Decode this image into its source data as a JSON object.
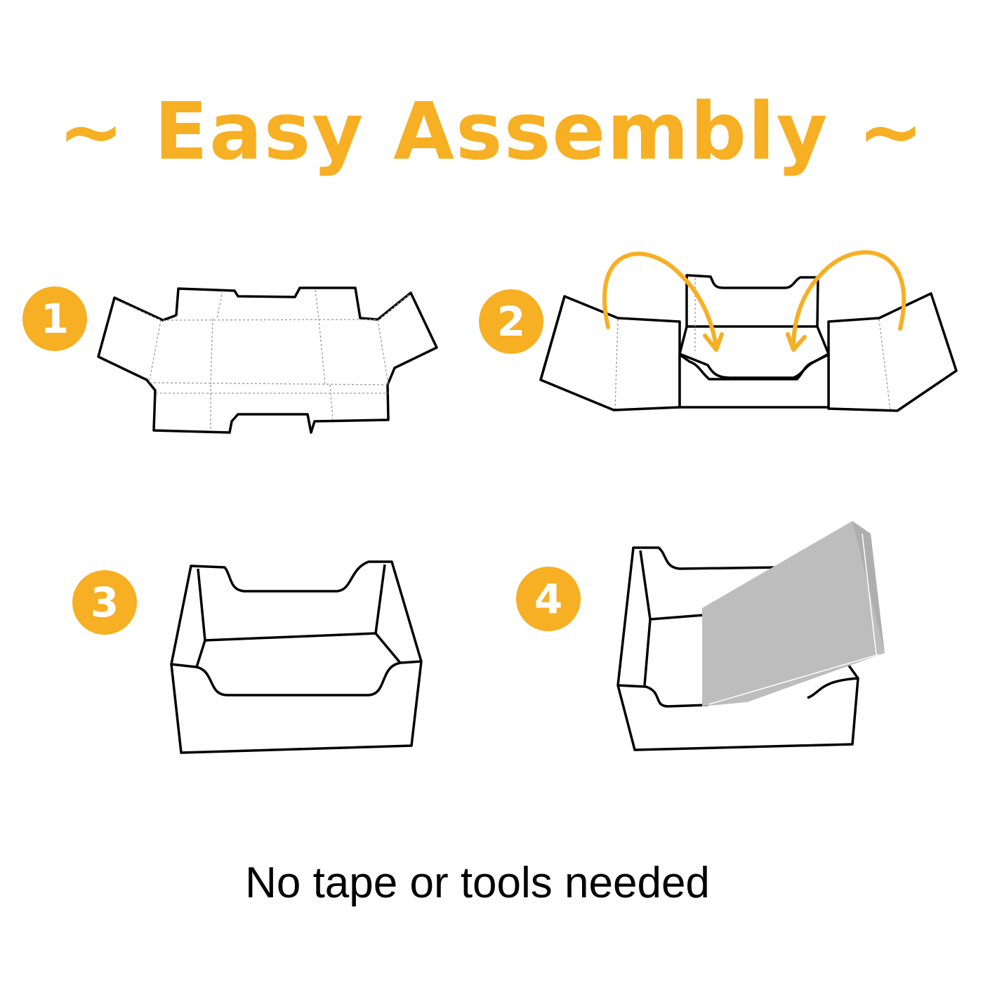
{
  "title": "~ Easy Assembly ~",
  "steps": [
    {
      "number": "1"
    },
    {
      "number": "2"
    },
    {
      "number": "3"
    },
    {
      "number": "4"
    }
  ],
  "caption": "No tape or tools needed",
  "colors": {
    "accent": "#F7AF23",
    "outline": "#000000",
    "fold_line": "#8a8a8a",
    "insert": "#BDBDBD"
  },
  "icons": [
    "flat-box-template",
    "fold-arrow",
    "open-tray-box",
    "box-insert"
  ]
}
